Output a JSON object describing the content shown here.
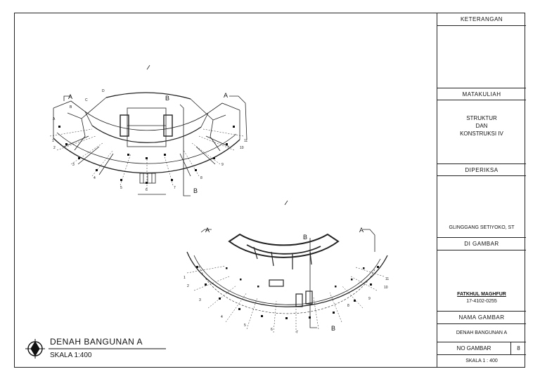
{
  "drawing": {
    "plan1": {
      "section_marks": [
        "A",
        "B",
        "A",
        "B"
      ],
      "grid_labels": [
        "1",
        "2",
        "3",
        "4",
        "5",
        "6",
        "7",
        "8",
        "9",
        "10",
        "11"
      ],
      "letter_labels": [
        "A",
        "B",
        "C",
        "D"
      ]
    },
    "plan2": {
      "section_marks": [
        "A",
        "B",
        "A",
        "B"
      ],
      "grid_labels": [
        "1",
        "2",
        "3",
        "4",
        "5",
        "6",
        "7",
        "8",
        "9",
        "10",
        "11"
      ]
    },
    "legend": {
      "title": "DENAH BANGUNAN A",
      "scale": "SKALA 1:400"
    }
  },
  "title_block": {
    "keterangan": "KETERANGAN",
    "matakuliah": "MATAKULIAH",
    "course_line1": "STRUKTUR",
    "course_line2": "DAN",
    "course_line3": "KONSTRUKSI IV",
    "diperiksa": "DIPERIKSA",
    "examiner": "GLINGGANG SETIYOKO, ST",
    "digambar": "DI GAMBAR",
    "drafter_name": "FATKHUL MAGHFUR",
    "drafter_id": "17-4102-0255",
    "nama_gambar": "NAMA GAMBAR",
    "drawing_name": "DENAH BANGUNAN A",
    "no_gambar": "NO GAMBAR",
    "sheet_number": "8",
    "scale": "SKALA 1 : 400"
  }
}
